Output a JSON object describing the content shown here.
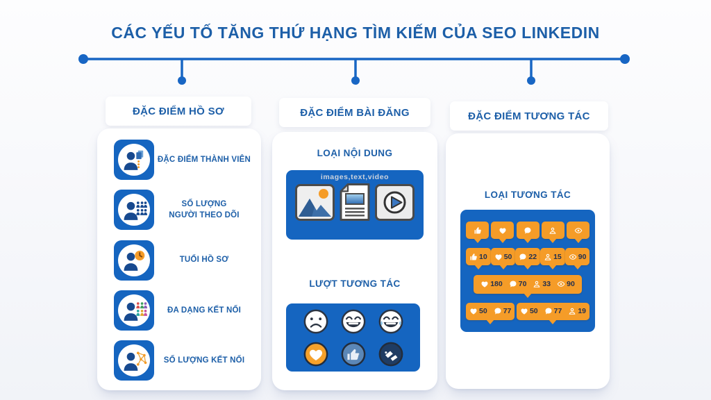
{
  "title": "CÁC YẾU TỐ TĂNG THỨ HẠNG TÌM KIẾM CỦA SEO LINKEDIN",
  "colors": {
    "accent_blue": "#1565c0",
    "heading_blue": "#1d5fa8",
    "badge_orange": "#f59c28",
    "badge_text_navy": "#24304e"
  },
  "columns": {
    "profile": {
      "header": "ĐẶC ĐIỂM HỒ SƠ",
      "items": [
        {
          "icon": "member-profile-icon",
          "label": "ĐẶC ĐIỂM THÀNH VIÊN"
        },
        {
          "icon": "followers-icon",
          "label": "SỐ LƯỢNG\nNGƯỜI THEO DÕI"
        },
        {
          "icon": "profile-age-icon",
          "label": "TUỔI HỒ SƠ"
        },
        {
          "icon": "diverse-connections-icon",
          "label": "ĐA DẠNG KẾT NỐI"
        },
        {
          "icon": "connections-count-icon",
          "label": "SỐ LƯỢNG KẾT NỐI"
        }
      ]
    },
    "post": {
      "header": "ĐẶC ĐIỂM BÀI ĐĂNG",
      "sections": [
        {
          "header": "LOẠI NỘI DUNG",
          "caption": "images,text,video",
          "icons": [
            "image-icon",
            "document-icon",
            "video-icon"
          ]
        },
        {
          "header": "LƯỢT TƯƠNG TÁC",
          "icons": [
            "sad-face-icon",
            "laugh-face-icon",
            "laugh-cry-face-icon",
            "heart-reaction-icon",
            "thumbs-up-reaction-icon",
            "clap-reaction-icon"
          ]
        }
      ]
    },
    "interaction": {
      "header": "ĐẶC ĐIỂM TƯƠNG TÁC",
      "section_header": "LOẠI TƯƠNG TÁC",
      "badge_rows": [
        {
          "badges": [
            {
              "items": [
                {
                  "icon": "like-icon"
                }
              ]
            },
            {
              "items": [
                {
                  "icon": "heart-icon"
                }
              ]
            },
            {
              "items": [
                {
                  "icon": "comment-icon"
                }
              ]
            },
            {
              "items": [
                {
                  "icon": "person-icon"
                }
              ]
            },
            {
              "items": [
                {
                  "icon": "eye-icon"
                }
              ]
            }
          ]
        },
        {
          "badges": [
            {
              "items": [
                {
                  "icon": "like-icon",
                  "value": "10"
                }
              ]
            },
            {
              "items": [
                {
                  "icon": "heart-icon",
                  "value": "50"
                }
              ]
            },
            {
              "items": [
                {
                  "icon": "comment-icon",
                  "value": "22"
                }
              ]
            },
            {
              "items": [
                {
                  "icon": "person-icon",
                  "value": "15"
                }
              ]
            },
            {
              "items": [
                {
                  "icon": "eye-icon",
                  "value": "90"
                }
              ]
            }
          ]
        },
        {
          "badges": [
            {
              "items": [
                {
                  "icon": "heart-icon",
                  "value": "180"
                },
                {
                  "icon": "comment-icon",
                  "value": "70"
                },
                {
                  "icon": "person-icon",
                  "value": "33"
                },
                {
                  "icon": "eye-icon",
                  "value": "90"
                }
              ]
            }
          ]
        },
        {
          "badges": [
            {
              "items": [
                {
                  "icon": "heart-icon",
                  "value": "50"
                },
                {
                  "icon": "comment-icon",
                  "value": "77"
                }
              ]
            },
            {
              "items": [
                {
                  "icon": "heart-icon",
                  "value": "50"
                },
                {
                  "icon": "comment-icon",
                  "value": "77"
                },
                {
                  "icon": "person-icon",
                  "value": "19"
                }
              ]
            }
          ]
        }
      ]
    }
  }
}
